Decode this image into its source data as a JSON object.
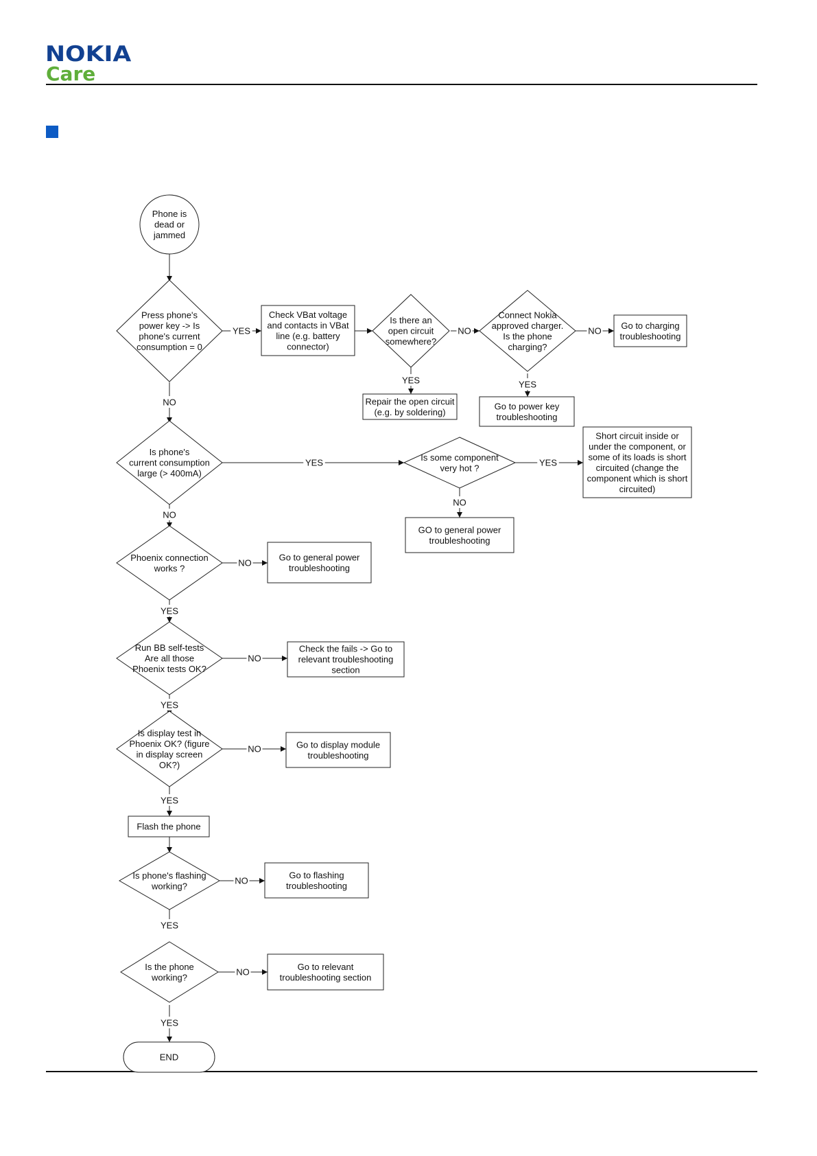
{
  "header": {
    "brand": "NOKIA",
    "sub_brand": "Care"
  },
  "colors": {
    "brand_blue": "#124191",
    "care_green": "#5fae3a",
    "section_marker": "#0d5bc4"
  },
  "flowchart": {
    "nodes": {
      "start": [
        "Phone is",
        "dead or",
        "jammed"
      ],
      "consumption_zero": [
        "Press phone's",
        "power key -> Is",
        "phone's current",
        "consumption = 0"
      ],
      "check_vbat": [
        "Check VBat voltage",
        "and contacts in VBat",
        "line (e.g. battery",
        "connector)"
      ],
      "open_circuit": [
        "Is there an",
        "open circuit",
        "somewhere?"
      ],
      "connect_charger": [
        "Connect Nokia",
        "approved charger.",
        "Is the phone",
        "charging?"
      ],
      "goto_charging": [
        "Go to charging",
        "troubleshooting"
      ],
      "repair_open": [
        "Repair the open circuit",
        "(e.g. by soldering)"
      ],
      "goto_power_key": [
        "Go to power key",
        "troubleshooting"
      ],
      "large_consumption": [
        "Is phone's",
        "current consumption",
        "large (> 400mA)"
      ],
      "component_hot": [
        "Is some component",
        "very hot ?"
      ],
      "short_circuit": [
        "Short circuit inside or",
        "under the component, or",
        "some of its loads is short",
        "circuited (change the",
        "component which is short",
        "circuited)"
      ],
      "goto_general_power_1": [
        "GO to general power",
        "troubleshooting"
      ],
      "phoenix_connection": [
        "Phoenix connection",
        "works ?"
      ],
      "goto_general_power_2": [
        "Go to general power",
        "troubleshooting"
      ],
      "bb_selftests": [
        "Run BB self-tests",
        "Are all those",
        "Phoenix tests OK?"
      ],
      "check_fails": [
        "Check the fails -> Go to",
        "relevant troubleshooting",
        "section"
      ],
      "display_test": [
        "Is display test in",
        "Phoenix OK? (figure",
        "in display screen",
        "OK?)"
      ],
      "goto_display": [
        "Go to display module",
        "troubleshooting"
      ],
      "flash_phone": [
        "Flash the phone"
      ],
      "flashing_working": [
        "Is phone's flashing",
        "working?"
      ],
      "goto_flashing": [
        "Go to flashing",
        "troubleshooting"
      ],
      "phone_working": [
        "Is the phone",
        "working?"
      ],
      "goto_relevant": [
        "Go to relevant",
        "troubleshooting section"
      ],
      "end": [
        "END"
      ]
    },
    "labels": {
      "yes": "YES",
      "no": "NO"
    }
  }
}
